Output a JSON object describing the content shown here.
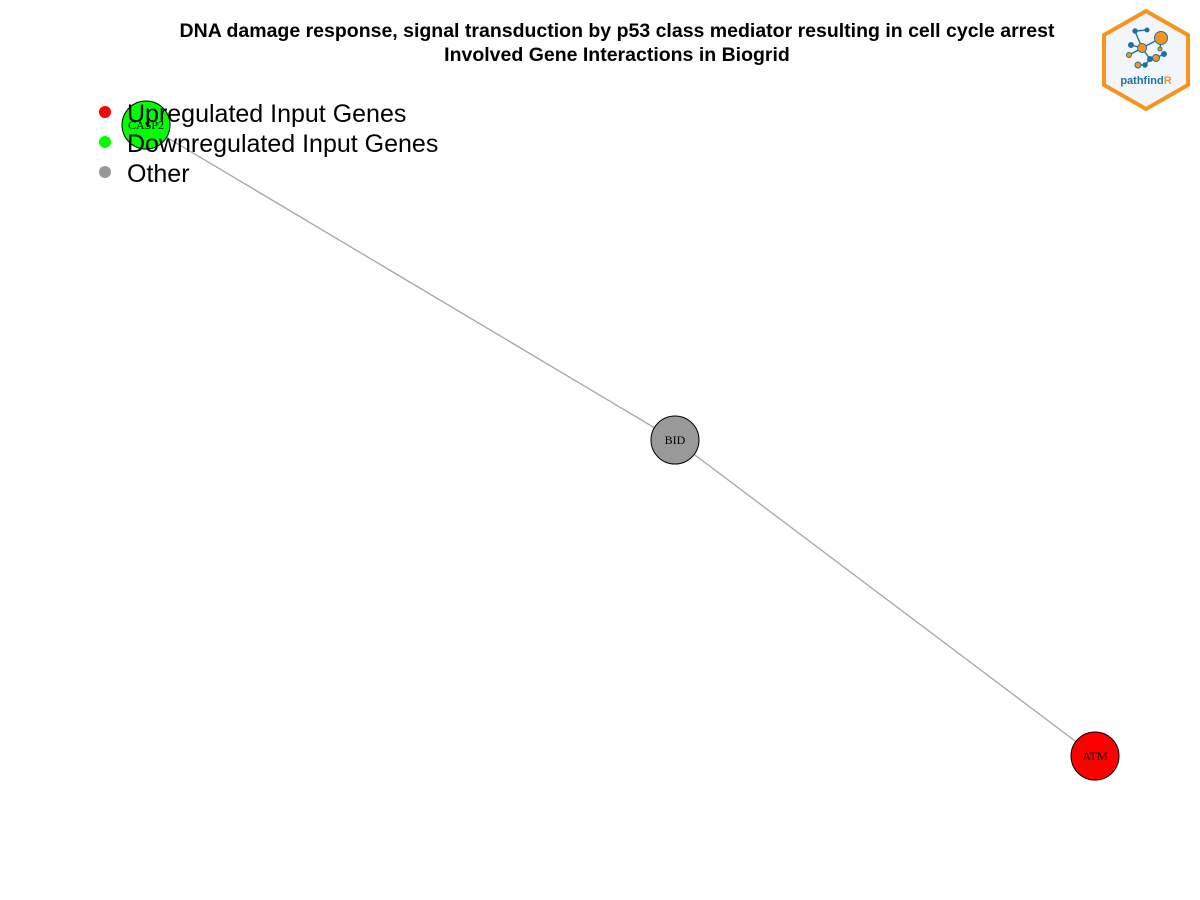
{
  "title": {
    "line1": "DNA damage response, signal transduction by p53 class mediator resulting in cell cycle arrest",
    "line2": "Involved Gene Interactions in Biogrid"
  },
  "colors": {
    "upregulated": "#ff0000",
    "downregulated": "#00ff00",
    "other": "#999999",
    "edge": "#a6a6a6",
    "logo_orange": "#f7941d",
    "logo_blue": "#1f6f9f"
  },
  "legend": {
    "items": [
      {
        "label": "Upregulated Input Genes",
        "color": "#ff0000"
      },
      {
        "label": "Downregulated Input Genes",
        "color": "#00ff00"
      },
      {
        "label": "Other",
        "color": "#999999"
      }
    ]
  },
  "network": {
    "nodes": [
      {
        "id": "CASP2",
        "label": "CASP2",
        "type": "downregulated",
        "color": "#00ff00"
      },
      {
        "id": "BID",
        "label": "BID",
        "type": "other",
        "color": "#999999"
      },
      {
        "id": "ATM",
        "label": "ATM",
        "type": "upregulated",
        "color": "#ff0000"
      }
    ],
    "edges": [
      {
        "source": "CASP2",
        "target": "BID"
      },
      {
        "source": "BID",
        "target": "ATM"
      }
    ]
  },
  "logo": {
    "text_main": "pathfind",
    "text_accent": "R",
    "icon": "network-hexagon-logo"
  }
}
